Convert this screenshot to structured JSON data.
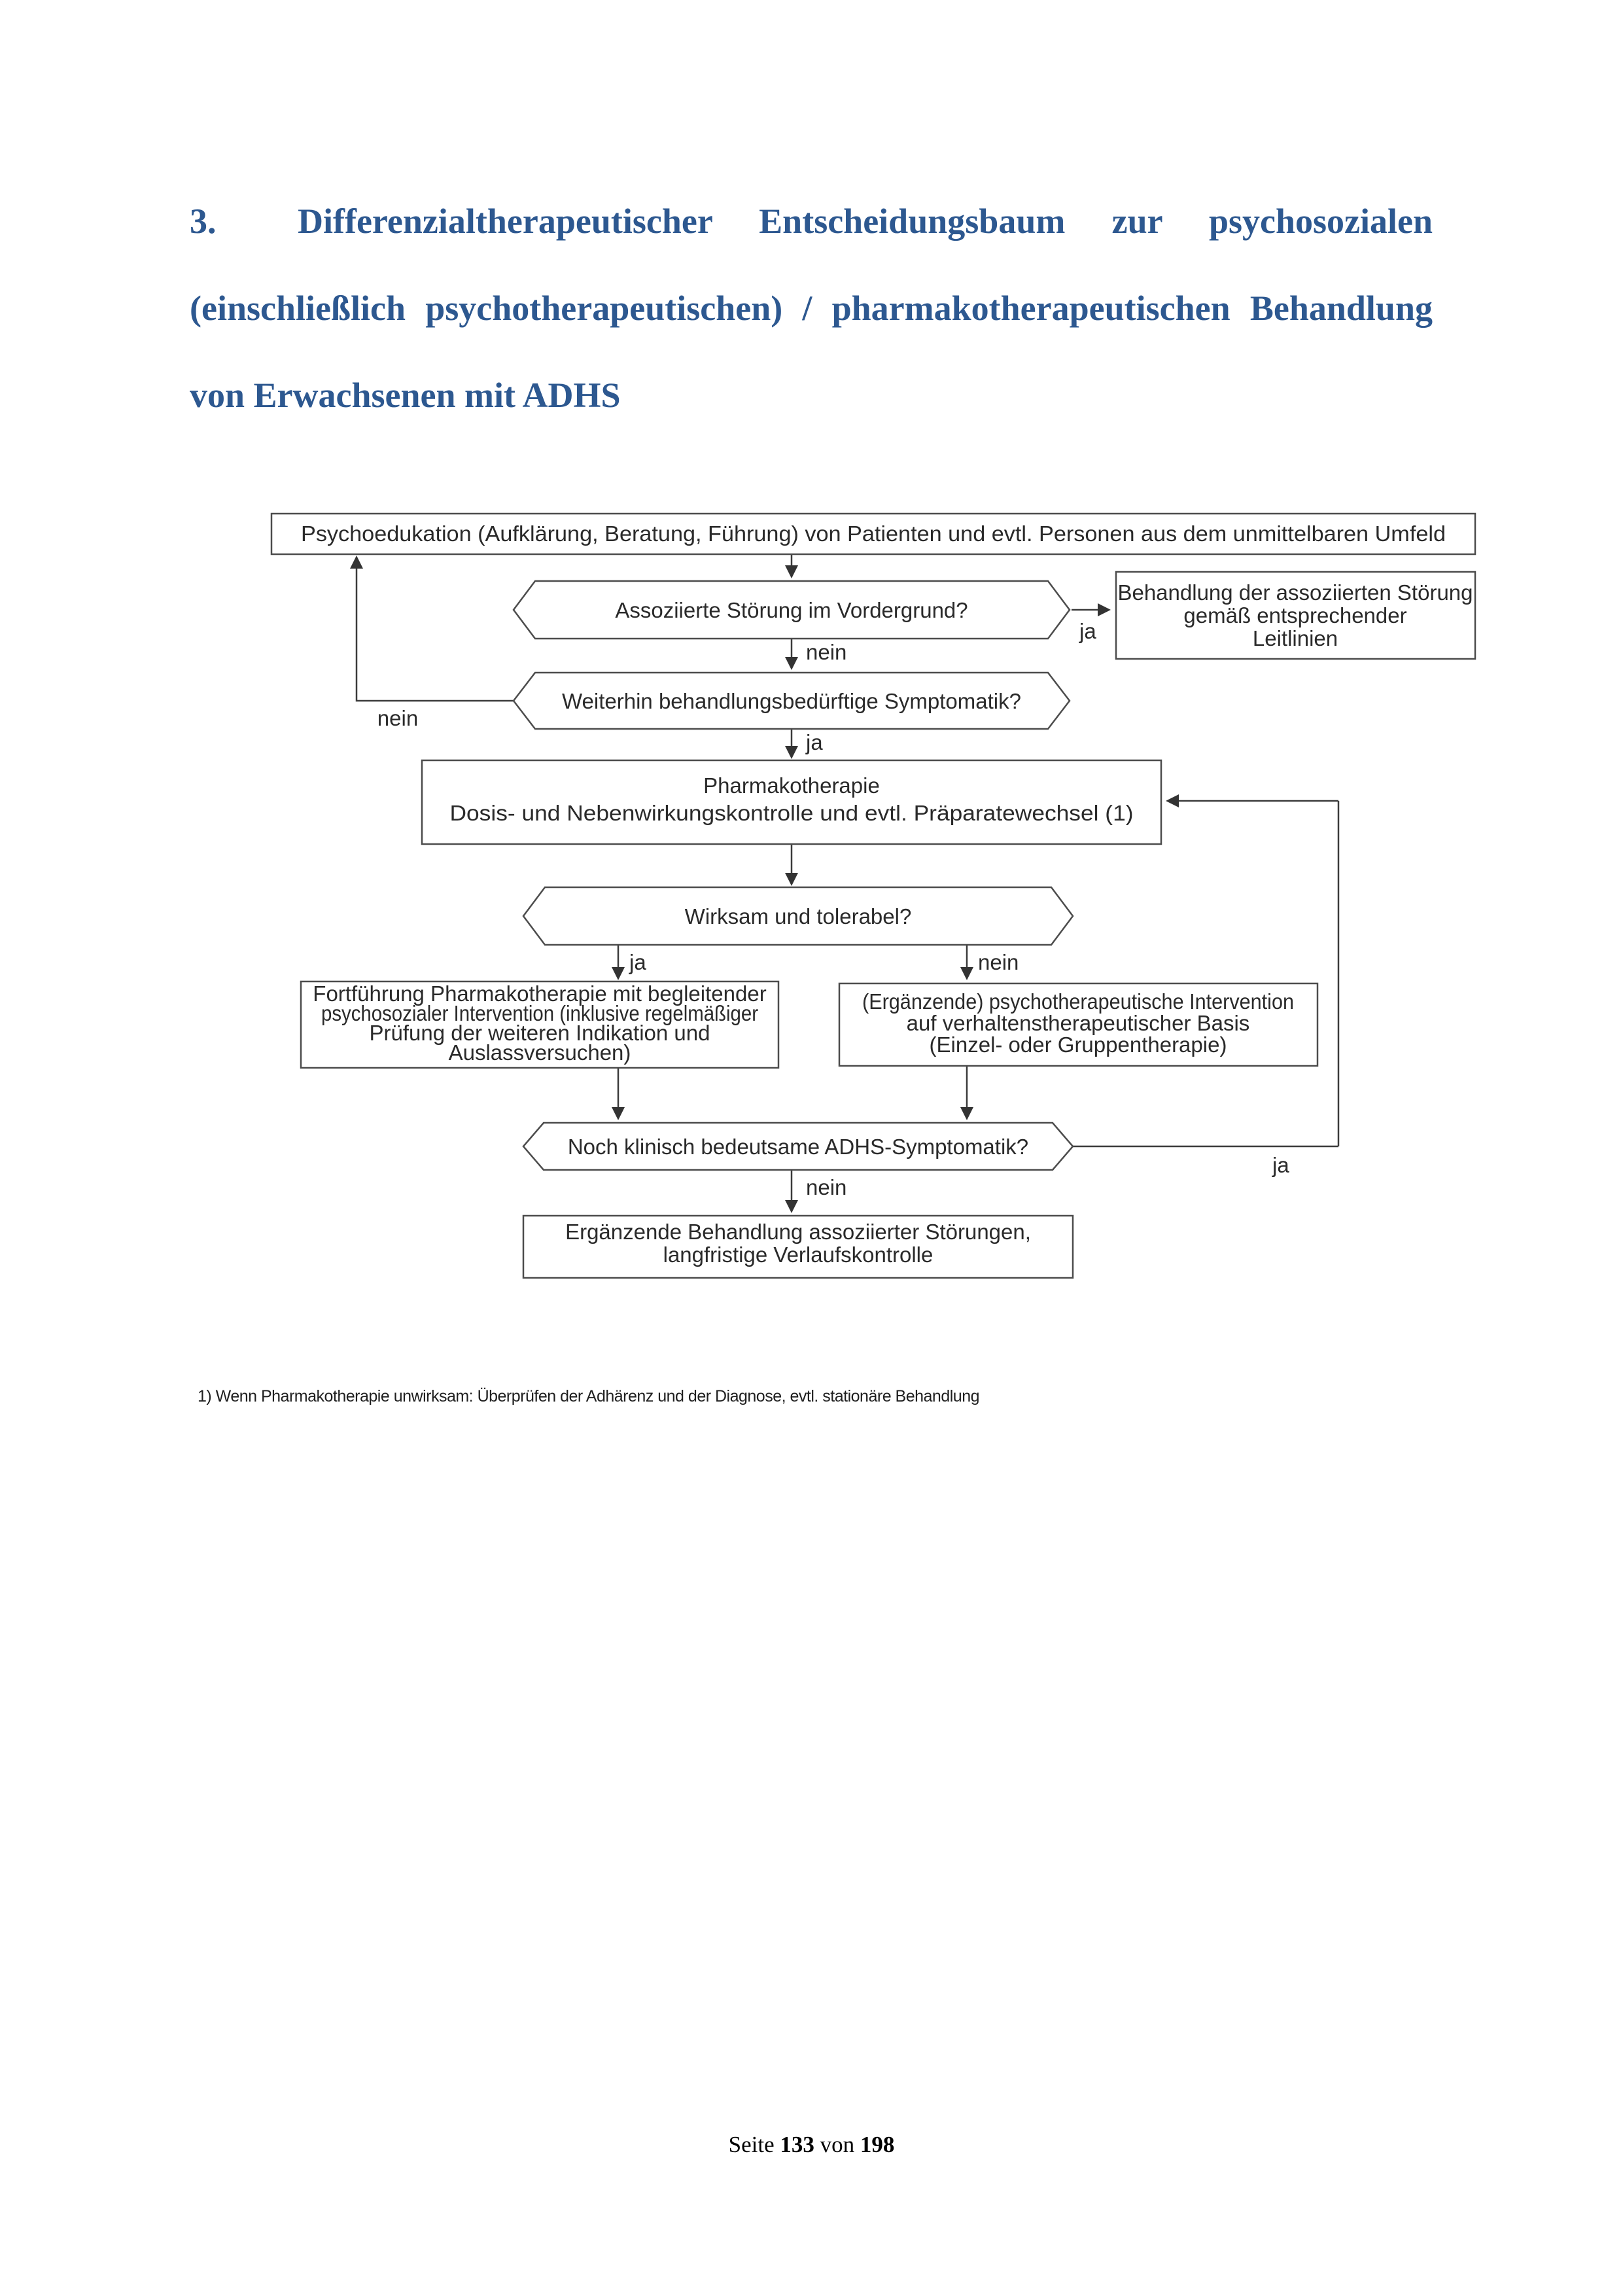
{
  "heading": {
    "number": "3.",
    "line1": "Differenzialtherapeutischer Entscheidungsbaum zur psychosozialen",
    "line2": "(einschließlich psychotherapeutischen) / pharmakotherapeutischen Behandlung",
    "line3": "von Erwachsenen mit ADHS",
    "color": "#2d5890"
  },
  "flowchart": {
    "nodes": {
      "psychoedukation": {
        "type": "process",
        "text": "Psychoedukation (Aufklärung, Beratung, Führung) von Patienten und evtl. Personen aus dem unmittelbaren Umfeld"
      },
      "assoziierte_stoerung": {
        "type": "decision",
        "text": "Assoziierte Störung im Vordergrund?"
      },
      "behandlung_leitlinien": {
        "type": "process",
        "lines": [
          "Behandlung der assoziierten Störung",
          "gemäß entsprechender",
          "Leitlinien"
        ]
      },
      "weiterhin_symptomatik": {
        "type": "decision",
        "text": "Weiterhin behandlungsbedürftige Symptomatik?"
      },
      "pharmakotherapie": {
        "type": "process",
        "lines": [
          "Pharmakotherapie",
          "Dosis- und Nebenwirkungskontrolle und evtl. Präparatewechsel (1)"
        ]
      },
      "wirksam_tolerabel": {
        "type": "decision",
        "text": "Wirksam und tolerabel?"
      },
      "fortfuehrung_pharmakotherapie": {
        "type": "process",
        "lines": [
          "Fortführung Pharmakotherapie mit begleitender",
          "psychosozialer Intervention (inklusive regelmäßiger",
          "Prüfung der weiteren Indikation und",
          "Auslassversuchen)"
        ]
      },
      "psychotherapeutische_intervention": {
        "type": "process",
        "lines": [
          "(Ergänzende) psychotherapeutische Intervention",
          "auf verhaltenstherapeutischer Basis",
          "(Einzel- oder Gruppentherapie)"
        ]
      },
      "noch_adhs_symptomatik": {
        "type": "decision",
        "text": "Noch klinisch bedeutsame ADHS-Symptomatik?"
      },
      "ergaenzende_behandlung": {
        "type": "process",
        "lines": [
          "Ergänzende Behandlung assoziierter Störungen,",
          "langfristige Verlaufskontrolle"
        ]
      }
    },
    "edge_labels": {
      "assoziierte_ja": "ja",
      "assoziierte_nein": "nein",
      "weiterhin_nein": "nein",
      "weiterhin_ja": "ja",
      "wirksam_ja": "ja",
      "wirksam_nein": "nein",
      "noch_ja": "ja",
      "noch_nein": "nein"
    },
    "line_color": "#3b3b3b",
    "border_color": "#4c4c4c"
  },
  "footnote": "1) Wenn Pharmakotherapie unwirksam: Überprüfen der Adhärenz und der Diagnose, evtl. stationäre Behandlung",
  "footer": {
    "prefix": "Seite",
    "page_number": "133",
    "middle": "von",
    "total_pages": "198"
  }
}
